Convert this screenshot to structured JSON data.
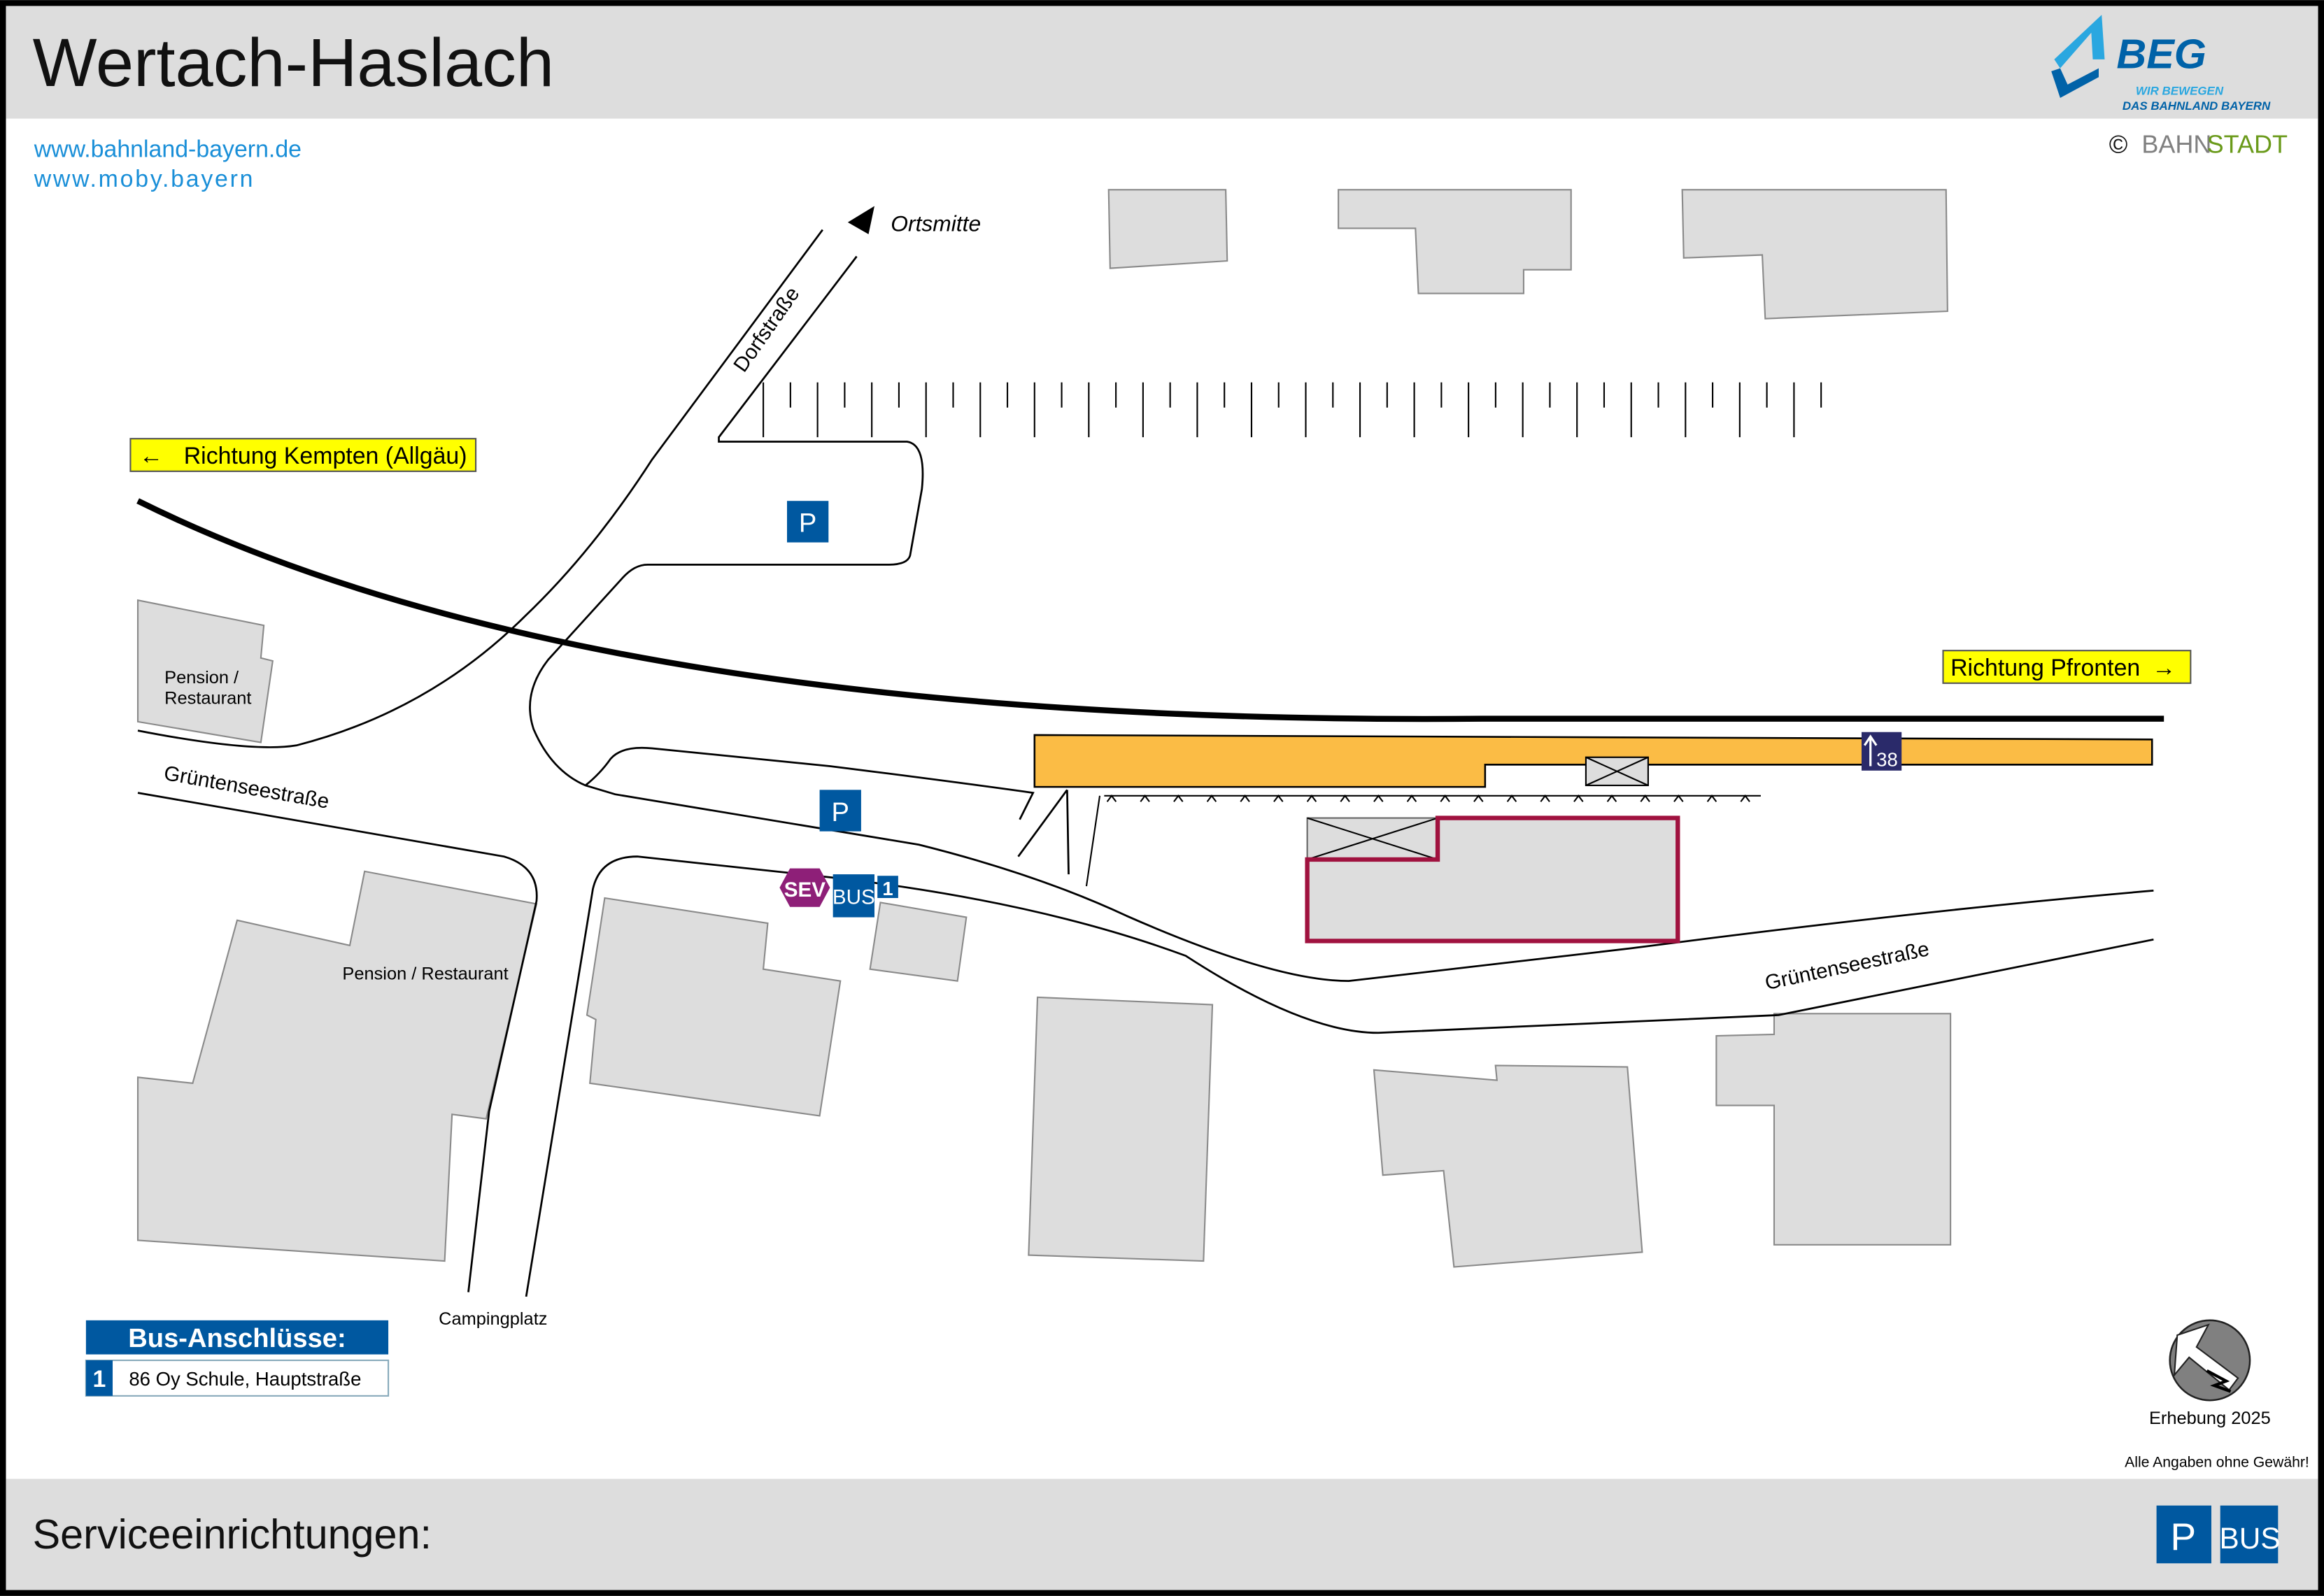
{
  "header": {
    "title": "Wertach-Haslach"
  },
  "links": [
    "www.bahnland-bayern.de",
    "www.moby.bayern"
  ],
  "logo": {
    "name": "BEG",
    "tagline1": "WIR BEWEGEN",
    "tagline2": "DAS BAHNLAND BAYERN"
  },
  "copyright": {
    "symbol": "©",
    "part1": "BAHN",
    "part2": "STADT"
  },
  "map": {
    "ortsmitte": "Ortsmitte",
    "dorfstrasse": "Dorfstraße",
    "direction_left": "Richtung Kempten (Allgäu)",
    "direction_right": "Richtung Pfronten",
    "arrow_left": "←",
    "arrow_right": "→",
    "parking": "P",
    "pension_small_1": "Pension /",
    "pension_small_2": "Restaurant",
    "pension_large": "Pension / Restaurant",
    "street_1": "Grüntenseestraße",
    "street_2": "Grüntenseestraße",
    "campingplatz": "Campingplatz",
    "platform_sign": "38",
    "sev": "SEV",
    "bus": "BUS",
    "bus_stop_number": "1"
  },
  "bus_connections": {
    "title": "Bus-Anschlüsse:",
    "items": [
      {
        "stop": "1",
        "text": "86 Oy Schule, Hauptstraße"
      }
    ]
  },
  "survey": "Erhebung 2025",
  "disclaimer": "Alle Angaben ohne Gewähr!",
  "footer": {
    "title": "Serviceeinrichtungen:",
    "icons": [
      "P",
      "BUS"
    ]
  },
  "colors": {
    "accent_blue": "#0058a0",
    "link_blue": "#1a8fd8",
    "platform": "#fbbc45",
    "sev": "#8e1f78",
    "station_outline": "#a0123f",
    "sign_yellow": "#ffff00"
  }
}
